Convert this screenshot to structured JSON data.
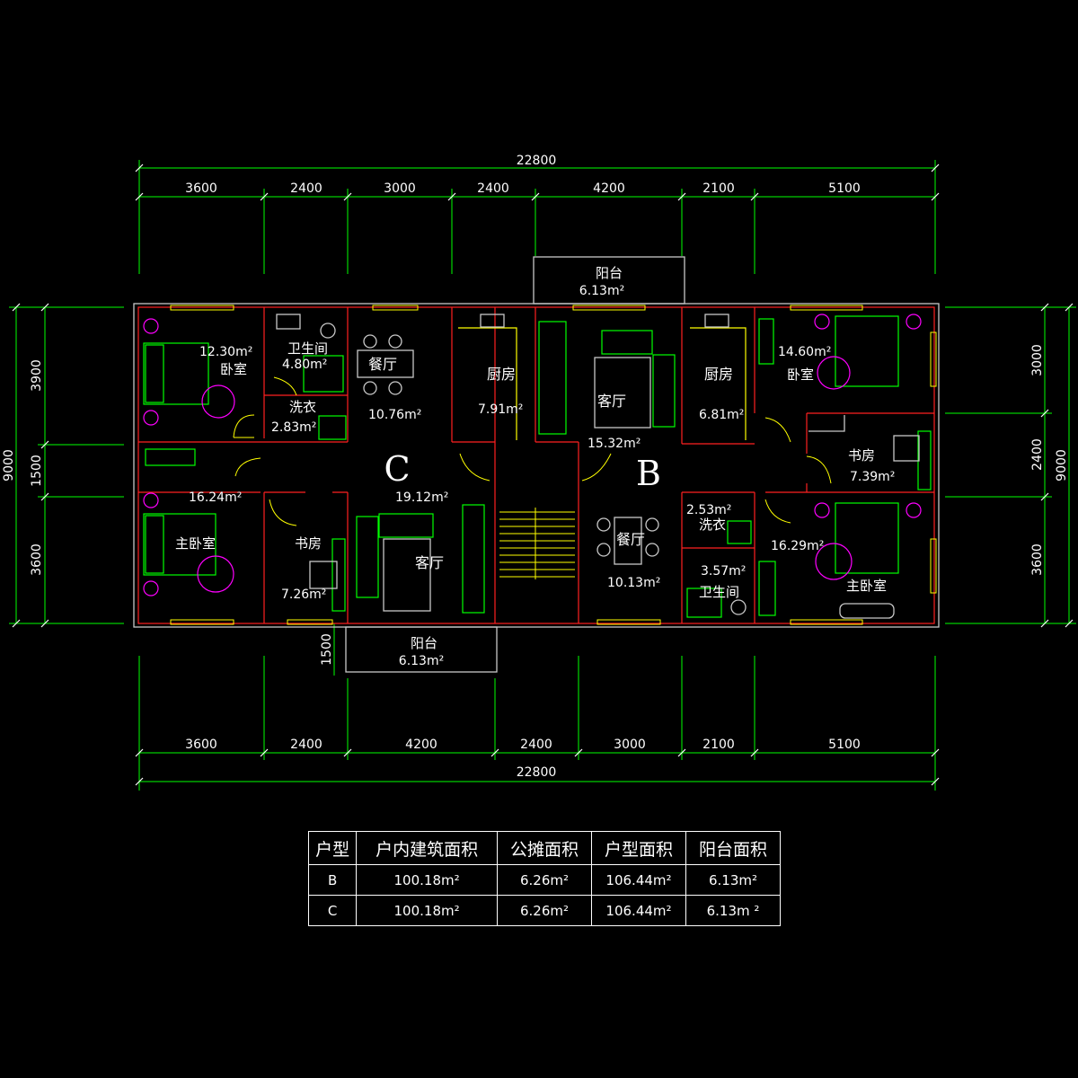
{
  "dimensions": {
    "top_total": "22800",
    "top": [
      "3600",
      "2400",
      "3000",
      "2400",
      "4200",
      "2100",
      "5100"
    ],
    "bottom_total": "22800",
    "bottom": [
      "3600",
      "2400",
      "4200",
      "2400",
      "3000",
      "2100",
      "5100"
    ],
    "left_total": "9000",
    "left": [
      "3900",
      "1500",
      "3600"
    ],
    "right_total": "9000",
    "right": [
      "3000",
      "2400",
      "3600"
    ],
    "balcony_depth": "1500"
  },
  "units": {
    "C": "C",
    "B": "B"
  },
  "rooms": {
    "c_bedroom_area": "12.30m²",
    "c_bedroom_name": "卧室",
    "c_bath_name": "卫生间",
    "c_bath_area": "4.80m²",
    "c_laundry_name": "洗衣",
    "c_laundry_area": "2.83m²",
    "c_dining_name": "餐厅",
    "c_dining_area": "10.76m²",
    "c_kitchen_name": "厨房",
    "c_kitchen_area": "7.91m²",
    "c_hall_area": "16.24m²",
    "c_master_name": "主卧室",
    "c_foyer_area": "19.12m²",
    "c_study_name": "书房",
    "c_study_area": "7.26m²",
    "c_living_name": "客厅",
    "b_living_name": "客厅",
    "b_living_area": "15.32m²",
    "b_kitchen_name": "厨房",
    "b_kitchen_area": "6.81m²",
    "b_bedroom_area": "14.60m²",
    "b_bedroom_name": "卧室",
    "b_study_name": "书房",
    "b_study_area": "7.39m²",
    "b_laundry_area": "2.53m²",
    "b_laundry_name": "洗衣",
    "b_dining_name": "餐厅",
    "b_dining_area": "10.13m²",
    "b_bath_area": "3.57m²",
    "b_bath_name": "卫生间",
    "b_master_area": "16.29m²",
    "b_master_name": "主卧室",
    "balcony_top_name": "阳台",
    "balcony_top_area": "6.13m²",
    "balcony_bottom_name": "阳台",
    "balcony_bottom_area": "6.13m²"
  },
  "table": {
    "headers": [
      "户型",
      "户内建筑面积",
      "公摊面积",
      "户型面积",
      "阳台面积"
    ],
    "rows": [
      [
        "B",
        "100.18m²",
        "6.26m²",
        "106.44m²",
        "6.13m²"
      ],
      [
        "C",
        "100.18m²",
        "6.26m²",
        "106.44m²",
        "6.13m ²"
      ]
    ]
  },
  "colors": {
    "background": "#000000",
    "dimension_lines": "#00ff00",
    "walls": "#c8c8c8",
    "wall_accent": "#ff2020",
    "furniture": "#00ff00",
    "fixtures": "#ff00ff",
    "cabinets": "#ffff00",
    "text": "#ffffff"
  }
}
